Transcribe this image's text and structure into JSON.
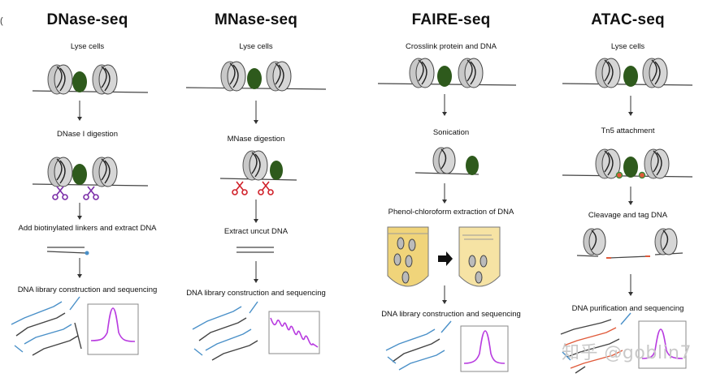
{
  "panels": [
    {
      "title": "DNase-seq",
      "steps": [
        "Lyse cells",
        "DNase I digestion",
        "Add biotinylated linkers and extract DNA",
        "DNA library construction and sequencing"
      ]
    },
    {
      "title": "MNase-seq",
      "steps": [
        "Lyse cells",
        "MNase digestion",
        "Extract uncut DNA",
        "DNA library construction and sequencing"
      ]
    },
    {
      "title": "FAIRE-seq",
      "steps": [
        "Crosslink protein and DNA",
        "Sonication",
        "Phenol-chloroform extraction of DNA",
        "DNA library construction and sequencing"
      ]
    },
    {
      "title": "ATAC-seq",
      "steps": [
        "Lyse cells",
        "Tn5 attachment",
        "Cleavage and tag DNA",
        "DNA purification and sequencing"
      ]
    }
  ],
  "watermark": "知乎 @goblin7",
  "edge_mark": "(",
  "colors": {
    "nucleosome": "#c8c8c8",
    "protein": "#2e5a1c",
    "scissors_dnase": "#7b2fa8",
    "scissors_mnase": "#d0212a",
    "signal": "#b83be0",
    "read": "#4a90c8",
    "tube": "#f0d47a",
    "tn5_tag": "#e05a3a"
  }
}
